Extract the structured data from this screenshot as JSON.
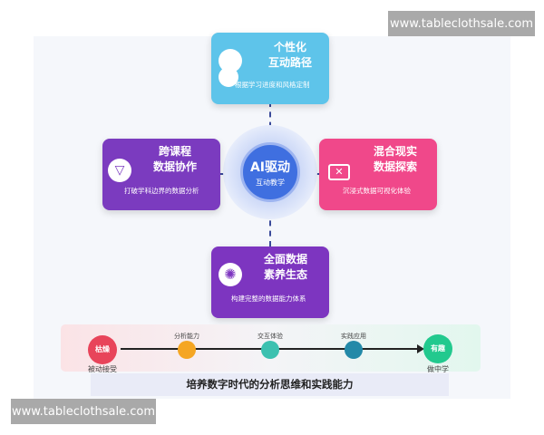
{
  "watermark": "www.tableclothsale.com",
  "center": {
    "title": "AI驱动",
    "subtitle": "互动教学"
  },
  "cards": {
    "top": {
      "title1": "个性化",
      "title2": "互动路径",
      "subtitle": "根据学习进度和风格定制",
      "color": "#5ec4ea"
    },
    "left": {
      "title1": "跨课程",
      "title2": "数据协作",
      "subtitle": "打破学科边界的数据分析",
      "color": "#7b3bbf"
    },
    "right": {
      "title1": "混合现实",
      "title2": "数据探索",
      "subtitle": "沉浸式数据可视化体验",
      "color": "#f0488a"
    },
    "bottom": {
      "title1": "全面数据",
      "title2": "素养生态",
      "subtitle": "构建完整的数据能力体系",
      "color": "#7d35c0"
    }
  },
  "timeline": {
    "start": {
      "label": "枯燥",
      "caption": "被动接受",
      "color": "#e8445a"
    },
    "steps": [
      {
        "label": "分析能力",
        "color": "#f5a623"
      },
      {
        "label": "交互体验",
        "color": "#3cc1b0"
      },
      {
        "label": "实践应用",
        "color": "#2389a8"
      }
    ],
    "end": {
      "label": "有趣",
      "caption": "做中学",
      "color": "#22c98e"
    }
  },
  "banner": "培养数字时代的分析思维和实践能力"
}
